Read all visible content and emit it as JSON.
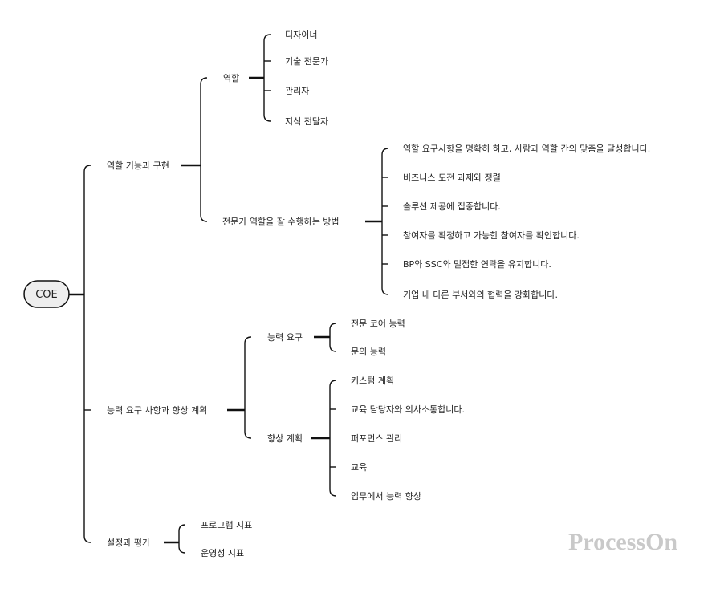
{
  "root": "COE",
  "branches": [
    {
      "label": "역할 기능과 구현",
      "children": [
        {
          "label": "역할",
          "children": [
            "디자이너",
            "기술 전문가",
            "관리자",
            "지식 전달자"
          ]
        },
        {
          "label": "전문가 역할을 잘 수행하는 방법",
          "children": [
            "역할 요구사항을 명확히 하고, 사람과 역할 간의 맞춤을 달성합니다.",
            "비즈니스 도전 과제와 정렬",
            "솔루션 제공에 집중합니다.",
            "참여자를 확정하고 가능한 참여자를 확인합니다.",
            "BP와 SSC와 밀접한 연락을 유지합니다.",
            "기업 내 다른 부서와의 협력을 강화합니다."
          ]
        }
      ]
    },
    {
      "label": "능력 요구 사항과 향상 계획",
      "children": [
        {
          "label": "능력 요구",
          "children": [
            "전문 코어 능력",
            "문의 능력"
          ]
        },
        {
          "label": "향상 계획",
          "children": [
            "커스텀 계획",
            "교육 담당자와 의사소통합니다.",
            "퍼포먼스 관리",
            "교육",
            "업무에서 능력 향상"
          ]
        }
      ]
    },
    {
      "label": "설정과 평가",
      "children": [
        "프로그램 지표",
        "운영성 지표"
      ]
    }
  ],
  "watermark": "ProcessOn"
}
